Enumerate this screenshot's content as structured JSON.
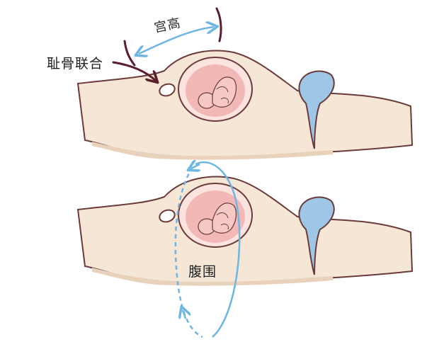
{
  "labels": {
    "fundal_height": "宫高",
    "pubic_symphysis": "耻骨联合",
    "abdominal_circumference": "腹围"
  },
  "colors": {
    "skin": "#f5e6d6",
    "skin_shade": "#e9d2bc",
    "outline": "#6b3a3a",
    "uterus": "#fbe4e0",
    "uterus_inner": "#f2b8b6",
    "fetus": "#f6c9c5",
    "bladder": "#9ec6e6",
    "measure_line": "#6fb6e0",
    "arrow_dark": "#5a1e2e"
  }
}
